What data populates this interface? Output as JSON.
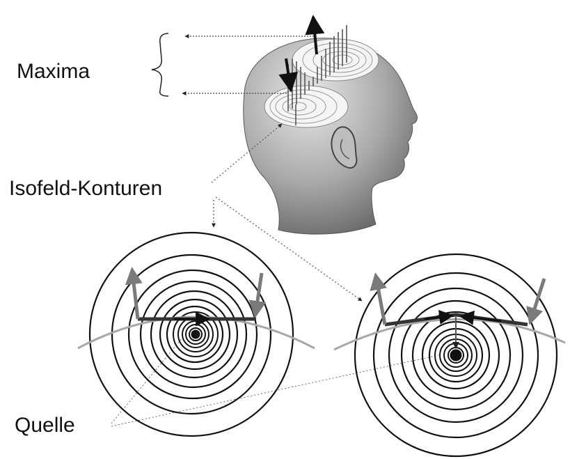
{
  "labels": {
    "maxima": "Maxima",
    "isofield_contours": "Isofeld-Konturen",
    "source": "Quelle"
  },
  "colors": {
    "line": "#111111",
    "skin_light": "#d9d9d9",
    "skin_dark": "#6e6e6e",
    "arrow_gray": "#7a7a7a",
    "arc_gray": "#a8a8a8",
    "dotted": "#555555"
  }
}
